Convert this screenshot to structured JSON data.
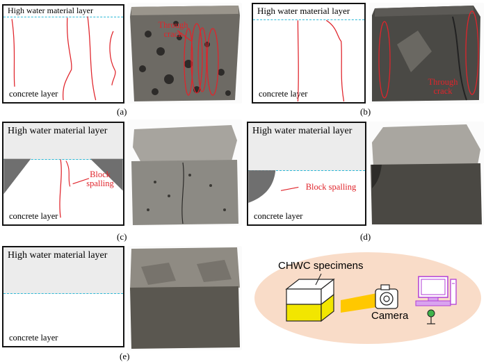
{
  "panels": {
    "a": {
      "caption": "(a)",
      "top_label": "High water material layer",
      "bottom_label": "concrete layer",
      "photo_label": "Through crack"
    },
    "b": {
      "caption": "(b)",
      "top_label": "High water material layer",
      "bottom_label": "concrete layer",
      "photo_label": "Through crack"
    },
    "c": {
      "caption": "(c)",
      "top_label": "High water material layer",
      "bottom_label": "concrete layer",
      "spall_label": "Block spalling"
    },
    "d": {
      "caption": "(d)",
      "top_label": "High water material layer",
      "bottom_label": "concrete layer",
      "spall_label": "Block spalling"
    },
    "e": {
      "caption": "(e)",
      "top_label": "High water material layer",
      "bottom_label": "concrete layer"
    }
  },
  "setup": {
    "specimen_label": "CHWC specimens",
    "camera_label": "Camera"
  },
  "colors": {
    "crack": "#e0242b",
    "dash": "#2bb8d6",
    "hw_fill": "#ececec",
    "specimen_top": "#ffffff",
    "specimen_bottom": "#f2e600",
    "ellipse": "#f9dcc8"
  }
}
